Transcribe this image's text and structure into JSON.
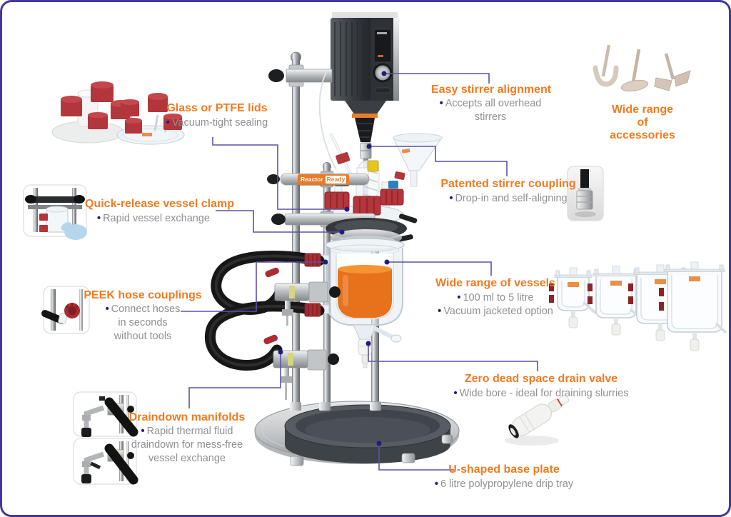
{
  "ui": {
    "bullet": "•"
  },
  "brand": {
    "reactor": "Reactor",
    "ready": "Ready"
  },
  "colors": {
    "accent_orange": "#f37b21",
    "body_text_gray": "#909095",
    "connector_purple": "#5b51a8",
    "bullet_navy": "#221c7d",
    "border_indigo": "#42389f",
    "hose_black": "#171717",
    "liquid_orange": "#e8721b",
    "cap_red": "#b2363b"
  },
  "callouts": {
    "lids": {
      "title": "Glass or PTFE lids",
      "bullets": [
        "Vacuum-tight sealing"
      ]
    },
    "stirrer_alignment": {
      "title": "Easy stirrer alignment",
      "bullets": [
        "Accepts all overhead stirrers"
      ]
    },
    "accessories": {
      "title": "Wide range of accessories"
    },
    "stirrer_coupling": {
      "title": "Patented stirrer coupling",
      "bullets": [
        "Drop-in and self-aligning"
      ]
    },
    "vessel_clamp": {
      "title": "Quick-release vessel clamp",
      "bullets": [
        "Rapid vessel exchange"
      ]
    },
    "peek_couplings": {
      "title": "PEEK hose couplings",
      "bullets": [
        "Connect hoses in seconds without tools"
      ]
    },
    "vessels": {
      "title": "Wide range of vessels",
      "bullets": [
        "100 ml to 5 litre",
        "Vacuum jacketed option"
      ]
    },
    "drain_valve": {
      "title": "Zero dead space drain valve",
      "bullets": [
        "Wide bore - ideal for draining slurries"
      ]
    },
    "manifolds": {
      "title": "Draindown manifolds",
      "bullets": [
        "Rapid thermal fluid draindown for mess-free vessel exchange"
      ]
    },
    "base_plate": {
      "title": "U-shaped base plate",
      "bullets": [
        "6 litre polypropylene drip tray"
      ]
    }
  }
}
